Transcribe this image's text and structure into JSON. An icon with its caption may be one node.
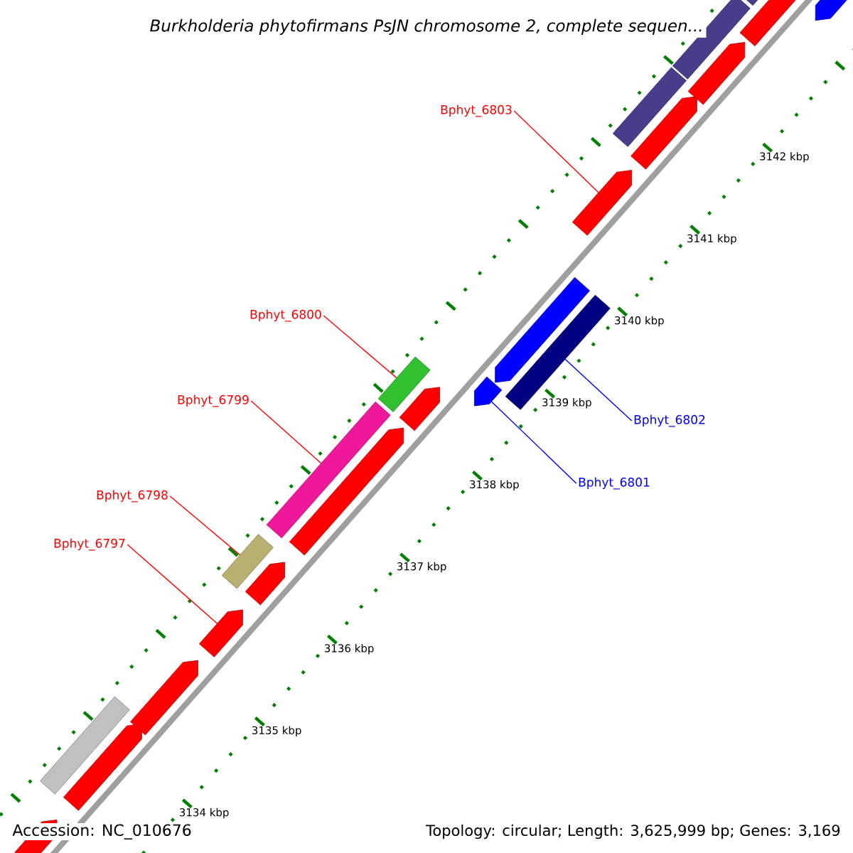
{
  "diagram": {
    "title": "Burkholderia phytofirmans PsJN chromosome 2, complete sequen...",
    "nodes": [
      {
        "text": [
          "Bphyt_6803"
        ]
      },
      {
        "text": [
          "Bphyt_6800"
        ]
      },
      {
        "text": [
          "Bphyt_6799"
        ]
      },
      {
        "text": [
          "Bphyt_6802"
        ]
      },
      {
        "text": [
          "Bphyt_6801"
        ]
      },
      {
        "text": [
          "Bphyt_6798"
        ]
      },
      {
        "text": [
          "Bphyt_6797"
        ]
      },
      {
        "text": [],
        "shape": "pentagon"
      },
      {
        "text": [],
        "shape": "bar"
      },
      {
        "text": [],
        "shape": "bar"
      },
      {
        "text": [],
        "shape": "bar"
      },
      {
        "text": [],
        "shape": "pentagon"
      },
      {
        "text": [],
        "shape": "bar"
      },
      {
        "text": [],
        "shape": "pentagon"
      },
      {
        "text": [],
        "shape": "pentagon"
      },
      {
        "text": [],
        "shape": "pentagon"
      },
      {
        "text": [],
        "shape": "pentagon"
      },
      {
        "text": [],
        "shape": "pentagon"
      },
      {
        "text": [],
        "shape": "pentagon"
      },
      {
        "text": [],
        "shape": "pentagon"
      },
      {
        "text": [],
        "shape": "pentagon"
      },
      {
        "text": [],
        "shape": "pentagon"
      },
      {
        "text": [],
        "shape": "pentagon"
      },
      {
        "text": [],
        "shape": "bar"
      },
      {
        "text": [],
        "shape": "bar"
      },
      {
        "text": [],
        "shape": "bar"
      },
      {
        "text": [],
        "shape": "bar"
      },
      {
        "text": [],
        "shape": "pentagon"
      },
      {
        "text": [],
        "shape": "pentagon"
      }
    ],
    "edges": [
      {
        "from": 0,
        "to": 7,
        "arrow": "none"
      },
      {
        "from": 1,
        "to": 8,
        "arrow": "none"
      },
      {
        "from": 2,
        "to": 9,
        "arrow": "none"
      },
      {
        "from": 3,
        "to": 10,
        "arrow": "none",
        "color": "#0000ff"
      },
      {
        "from": 4,
        "to": 11,
        "arrow": "none",
        "color": "#0000ff"
      },
      {
        "from": 5,
        "to": 12,
        "arrow": "none"
      },
      {
        "from": 6,
        "to": 13,
        "arrow": "none"
      }
    ],
    "labels": [
      "3142 kbp",
      "3141 kbp",
      "3140 kbp",
      "3139 kbp",
      "3138 kbp",
      "3137 kbp",
      "3136 kbp",
      "3135 kbp",
      "3134 kbp",
      "Accession: NC_010676",
      "Topology: circular; Length: 3,625,999 bp; Genes: 3,169"
    ]
  }
}
